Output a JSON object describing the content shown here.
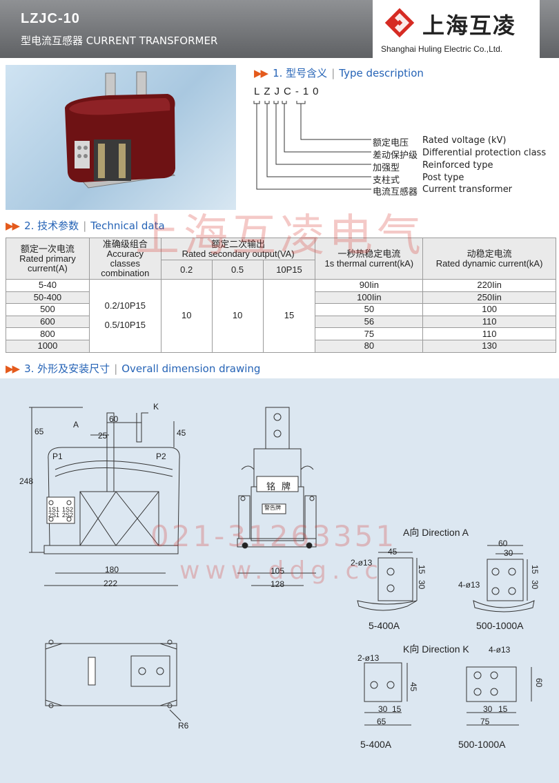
{
  "header": {
    "model": "LZJC-10",
    "subtitle": "型电流互感器 CURRENT TRANSFORMER"
  },
  "logo": {
    "cn": "上海互凌",
    "en": "Shanghai Huling Electric Co.,Ltd.",
    "colors": {
      "red": "#d62b23",
      "dark": "#333333"
    }
  },
  "section1": {
    "num": "1.",
    "cn": "型号含义",
    "en": "Type description",
    "code": "LZJC-10",
    "items": [
      {
        "cn": "额定电压",
        "en": "Rated voltage (kV)"
      },
      {
        "cn": "差动保护级",
        "en": "Differential protection class"
      },
      {
        "cn": "加强型",
        "en": "Reinforced type"
      },
      {
        "cn": "支柱式",
        "en": "Post type"
      },
      {
        "cn": "电流互感器",
        "en": "Current transformer"
      }
    ]
  },
  "section2": {
    "num": "2.",
    "cn": "技术参数",
    "en": "Technical data"
  },
  "table": {
    "h_primary": {
      "cn": "额定一次电流",
      "en1": "Rated primary",
      "en2": "current(A)"
    },
    "h_accuracy": {
      "cn": "准确级组合",
      "en1": "Accuracy",
      "en2": "classes",
      "en3": "combination"
    },
    "h_secondary": {
      "cn": "额定二次输出",
      "en": "Rated secondary output(VA)"
    },
    "h_sub": [
      "0.2",
      "0.5",
      "10P15"
    ],
    "h_thermal": {
      "cn": "一秒热稳定电流",
      "en": "1s thermal current(kA)"
    },
    "h_dynamic": {
      "cn": "动稳定电流",
      "en": "Rated dynamic current(kA)"
    },
    "primary": [
      "5-40",
      "50-400",
      "500",
      "600",
      "800",
      "1000"
    ],
    "accuracy": [
      "0.2/10P15",
      "0.5/10P15"
    ],
    "outputs": [
      "10",
      "10",
      "15"
    ],
    "thermal": [
      "90Iin",
      "100Iin",
      "50",
      "56",
      "75",
      "80"
    ],
    "dynamic": [
      "220Iin",
      "250Iin",
      "100",
      "110",
      "110",
      "130"
    ]
  },
  "section3": {
    "num": "3.",
    "cn": "外形及安装尺寸",
    "en": "Overall dimension drawing"
  },
  "drawing": {
    "front": {
      "d65": "65",
      "d248": "248",
      "dA": "A",
      "d60": "60",
      "d25": "25",
      "d45": "45",
      "dK": "K",
      "p1": "P1",
      "p2": "P2",
      "t1": "1S1",
      "t2": "1S2",
      "t3": "2S1",
      "t4": "2S2",
      "d180": "180",
      "d222": "222"
    },
    "side": {
      "plate1": "铭",
      "plate2": "牌",
      "warn": "警告牌",
      "d105": "105",
      "d128": "128"
    },
    "top": {
      "r6": "R6"
    },
    "dirA": {
      "cn": "A向",
      "en": "Direction A"
    },
    "dirK": {
      "cn": "K向",
      "en": "Direction K"
    },
    "a1": {
      "d45": "45",
      "d15": "15",
      "d30": "30",
      "hole": "2-ø13",
      "cap": "5-400A"
    },
    "a2": {
      "d60": "60",
      "d30": "30",
      "d15": "15",
      "d30b": "30",
      "hole": "4-ø13",
      "cap": "500-1000A"
    },
    "k1": {
      "hole": "2-ø13",
      "d45": "45",
      "d30": "30",
      "d15": "15",
      "d65": "65",
      "cap": "5-400A"
    },
    "k2": {
      "hole": "4-ø13",
      "d60": "60",
      "d30": "30",
      "d15": "15",
      "d75": "75",
      "cap": "500-1000A"
    }
  },
  "watermarks": {
    "cn": "上海互凌电气",
    "phone": "021-31263351",
    "web": "www.ddg.cc"
  }
}
